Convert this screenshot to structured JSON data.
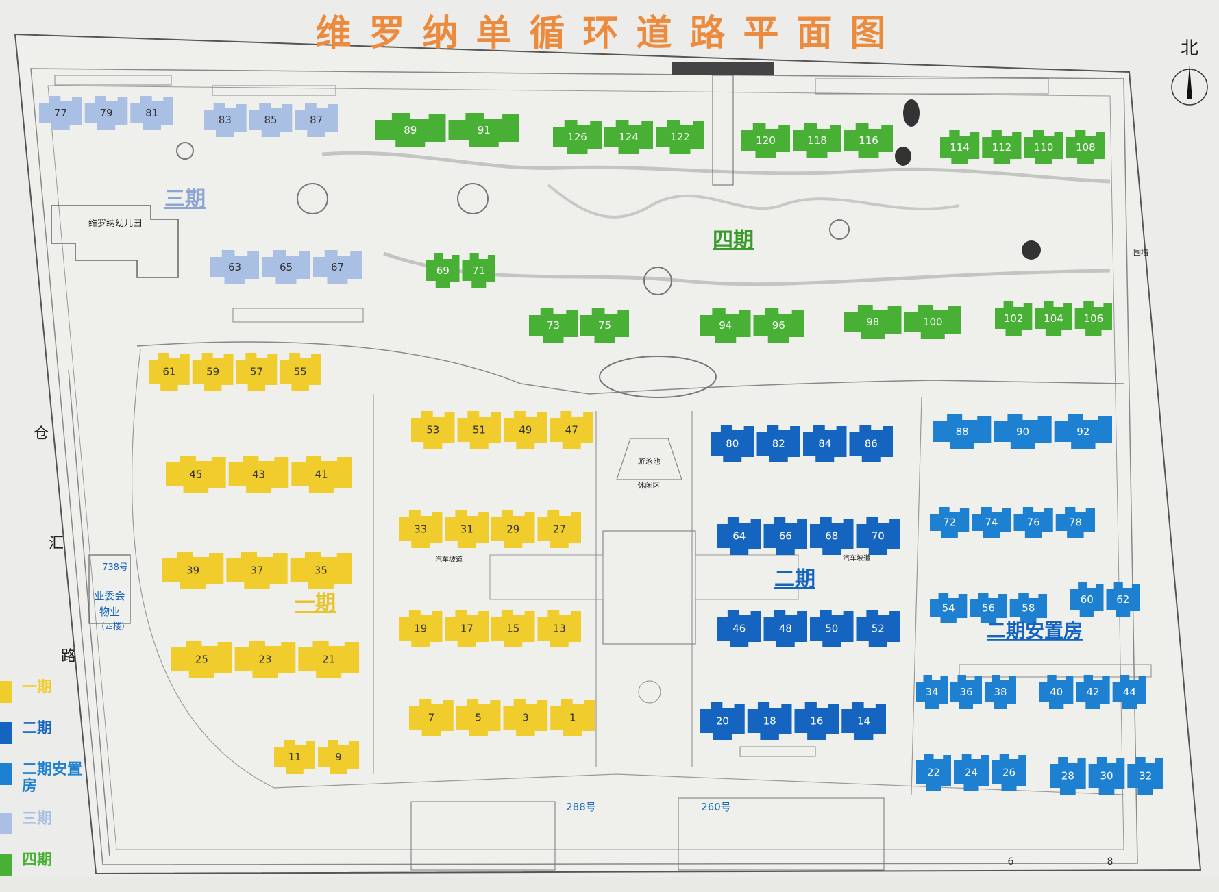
{
  "title": "维罗纳单循环道路平面图",
  "north_label": "北",
  "colors": {
    "phase1": "#f0cc2c",
    "phase2": "#1565c0",
    "phase2_resettlement": "#1e80d0",
    "phase3": "#a9bfe3",
    "phase4": "#48b034",
    "road_line": "#777777",
    "title": "#ec8a3d"
  },
  "phase_labels": {
    "phase1": "一期",
    "phase2": "二期",
    "phase2_resettlement": "二期安置房",
    "phase3": "三期",
    "phase4": "四期"
  },
  "legend": [
    {
      "label": "一期",
      "phase": "phase1"
    },
    {
      "label": "二期",
      "phase": "phase2"
    },
    {
      "label": "二期安置房",
      "phase": "phase2_resettlement"
    },
    {
      "label": "三期",
      "phase": "phase3"
    },
    {
      "label": "四期",
      "phase": "phase4"
    }
  ],
  "facilities": {
    "kindergarten": "维罗纳幼儿园",
    "pool": "游泳池",
    "rest_area": "休闲区",
    "car_ramp": "汽车坡道",
    "building_738": "738号",
    "owners_committee": "业委会",
    "property": "物业",
    "property_bldg": "(四楼)",
    "building_288": "288号",
    "building_260": "260号",
    "wall": "围墙"
  },
  "street_name": [
    "仓",
    "汇",
    "路"
  ],
  "bottom_numbers": [
    "6",
    "8"
  ],
  "buildings": {
    "phase1": [
      {
        "row": "61-55",
        "labels": [
          "61",
          "59",
          "57",
          "55"
        ]
      },
      {
        "row": "45-41",
        "labels": [
          "45",
          "43",
          "41"
        ]
      },
      {
        "row": "39-35",
        "labels": [
          "39",
          "37",
          "35"
        ]
      },
      {
        "row": "25-21",
        "labels": [
          "25",
          "23",
          "21"
        ]
      },
      {
        "row": "11-9",
        "labels": [
          "11",
          "9"
        ]
      },
      {
        "row": "53-47",
        "labels": [
          "53",
          "51",
          "49",
          "47"
        ]
      },
      {
        "row": "33-27",
        "labels": [
          "33",
          "31",
          "29",
          "27"
        ]
      },
      {
        "row": "19-13",
        "labels": [
          "19",
          "17",
          "15",
          "13"
        ]
      },
      {
        "row": "7-1",
        "labels": [
          "7",
          "5",
          "3",
          "1"
        ]
      }
    ],
    "phase2": [
      {
        "row": "80-86",
        "labels": [
          "80",
          "82",
          "84",
          "86"
        ]
      },
      {
        "row": "64-70",
        "labels": [
          "64",
          "66",
          "68",
          "70"
        ]
      },
      {
        "row": "46-52",
        "labels": [
          "46",
          "48",
          "50",
          "52"
        ]
      },
      {
        "row": "20-14",
        "labels": [
          "20",
          "18",
          "16",
          "14"
        ]
      }
    ],
    "phase2_resettlement": [
      {
        "row": "88-92",
        "labels": [
          "88",
          "90",
          "92"
        ]
      },
      {
        "row": "72-78",
        "labels": [
          "72",
          "74",
          "76",
          "78"
        ]
      },
      {
        "row": "54-58",
        "labels": [
          "54",
          "56",
          "58"
        ]
      },
      {
        "row": "60-62",
        "labels": [
          "60",
          "62"
        ]
      },
      {
        "row": "34-38",
        "labels": [
          "34",
          "36",
          "38"
        ]
      },
      {
        "row": "40-44",
        "labels": [
          "40",
          "42",
          "44"
        ]
      },
      {
        "row": "22-26",
        "labels": [
          "22",
          "24",
          "26"
        ]
      },
      {
        "row": "28-32",
        "labels": [
          "28",
          "30",
          "32"
        ]
      }
    ],
    "phase3": [
      {
        "row": "77-81",
        "labels": [
          "77",
          "79",
          "81"
        ]
      },
      {
        "row": "83-87",
        "labels": [
          "83",
          "85",
          "87"
        ]
      },
      {
        "row": "63-67",
        "labels": [
          "63",
          "65",
          "67"
        ]
      }
    ],
    "phase4": [
      {
        "row": "89-91",
        "labels": [
          "89",
          "91"
        ]
      },
      {
        "row": "126-122",
        "labels": [
          "126",
          "124",
          "122"
        ]
      },
      {
        "row": "120-116",
        "labels": [
          "120",
          "118",
          "116"
        ]
      },
      {
        "row": "114-108",
        "labels": [
          "114",
          "112",
          "110",
          "108"
        ]
      },
      {
        "row": "69-71",
        "labels": [
          "69",
          "71"
        ]
      },
      {
        "row": "73-75",
        "labels": [
          "73",
          "75"
        ]
      },
      {
        "row": "94-96",
        "labels": [
          "94",
          "96"
        ]
      },
      {
        "row": "98-100",
        "labels": [
          "98",
          "100"
        ]
      },
      {
        "row": "102-106",
        "labels": [
          "102",
          "104",
          "106"
        ]
      }
    ]
  }
}
